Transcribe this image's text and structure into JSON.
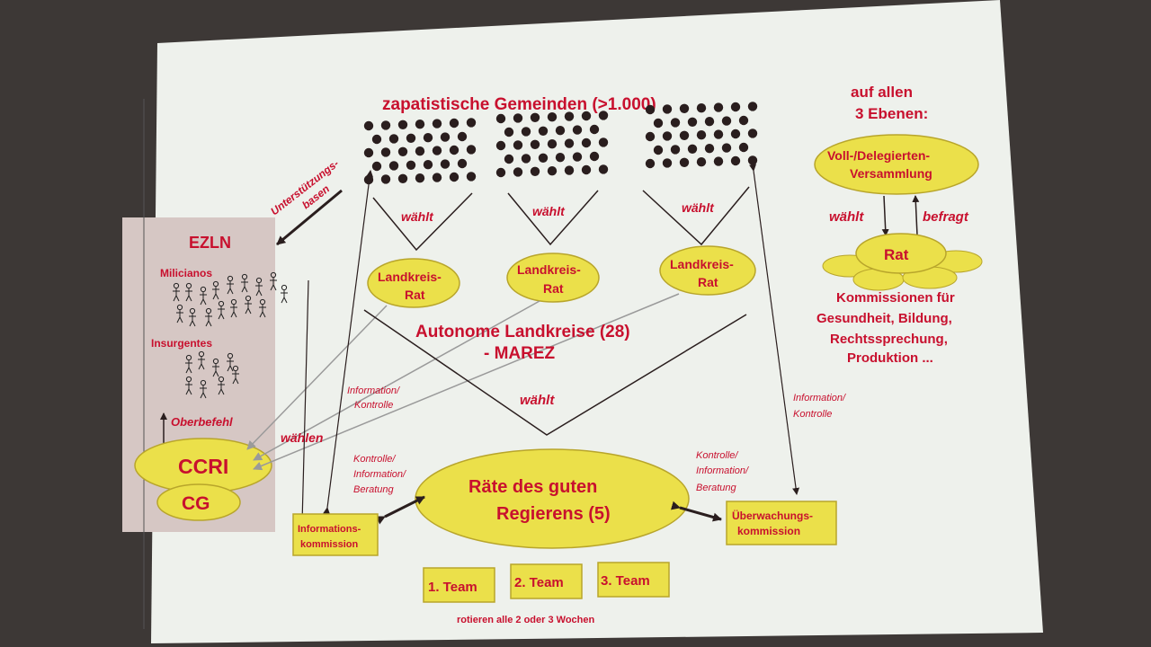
{
  "title": "zapatistische Gemeinden (>1.000)",
  "left_panel": {
    "arrow_label": "Unterstützungs-basen",
    "arrow_label_line1": "Unterstützungs-",
    "arrow_label_line2": "basen",
    "ezln": "EZLN",
    "milicianos": "Milicianos",
    "insurgentes": "Insurgentes",
    "oberbefehl": "Oberbefehl",
    "ccri": "CCRI",
    "cg": "CG"
  },
  "communities": {
    "elects_label": "wählt",
    "councils": [
      {
        "line1": "Landkreis-",
        "line2": "Rat"
      },
      {
        "line1": "Landkreis-",
        "line2": "Rat"
      },
      {
        "line1": "Landkreis-",
        "line2": "Rat"
      }
    ]
  },
  "municipalities": {
    "line1": "Autonome Landkreise (28)",
    "line2": "- MAREZ",
    "elects_label": "wählt"
  },
  "waehlen_label": "wählen",
  "info_control_left": {
    "line1": "Information/",
    "line2": "Kontrolle"
  },
  "info_control_right": {
    "line1": "Information/",
    "line2": "Kontrolle"
  },
  "kib_left": {
    "line1": "Kontrolle/",
    "line2": "Information/",
    "line3": "Beratung"
  },
  "kib_right": {
    "line1": "Kontrolle/",
    "line2": "Information/",
    "line3": "Beratung"
  },
  "good_government": {
    "line1": "Räte des guten",
    "line2": "Regierens (5)"
  },
  "info_commission": {
    "line1": "Informations-",
    "line2": "kommission"
  },
  "watch_commission": {
    "line1": "Überwachungs-",
    "line2": "kommission"
  },
  "teams": [
    "1. Team",
    "2. Team",
    "3. Team"
  ],
  "rotation_note": "rotieren alle 2 oder 3 Wochen",
  "right_panel": {
    "heading_line1": "auf allen",
    "heading_line2": "3 Ebenen:",
    "assembly_line1": "Voll-/Delegierten-",
    "assembly_line2": "Versammlung",
    "elects": "wählt",
    "asks": "befragt",
    "council": "Rat",
    "commissions_line1": "Kommissionen für",
    "commissions_line2": "Gesundheit, Bildung,",
    "commissions_line3": "Rechtssprechung,",
    "commissions_line4": "Produktion ..."
  },
  "colors": {
    "red": "#c8102e",
    "yellow": "#ebe04a",
    "slide": "#eef1ec",
    "panel": "#d6c7c4"
  }
}
